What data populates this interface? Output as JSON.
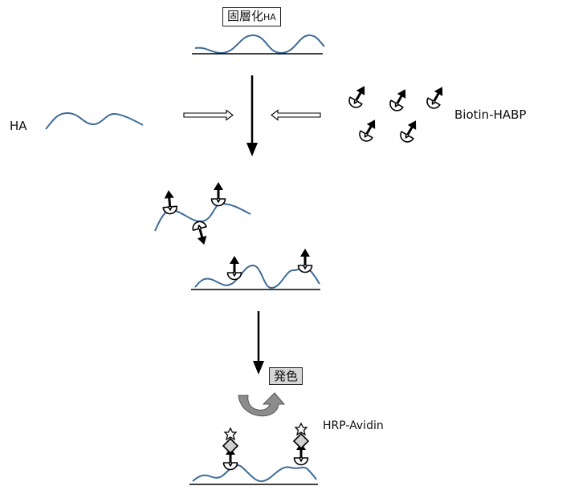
{
  "labels": {
    "immobilized_title": "固層化",
    "immobilized_suffix": "HA",
    "ha": "HA",
    "biotin_habp": "Biotin-HABP",
    "color_development": "発色",
    "hrp_avidin": "HRP-Avidin"
  },
  "colors": {
    "wave": "#3d6b99",
    "ink": "#000000",
    "gray_fill": "#d6d6d6",
    "curved_arrow": "#8c8c8c"
  }
}
